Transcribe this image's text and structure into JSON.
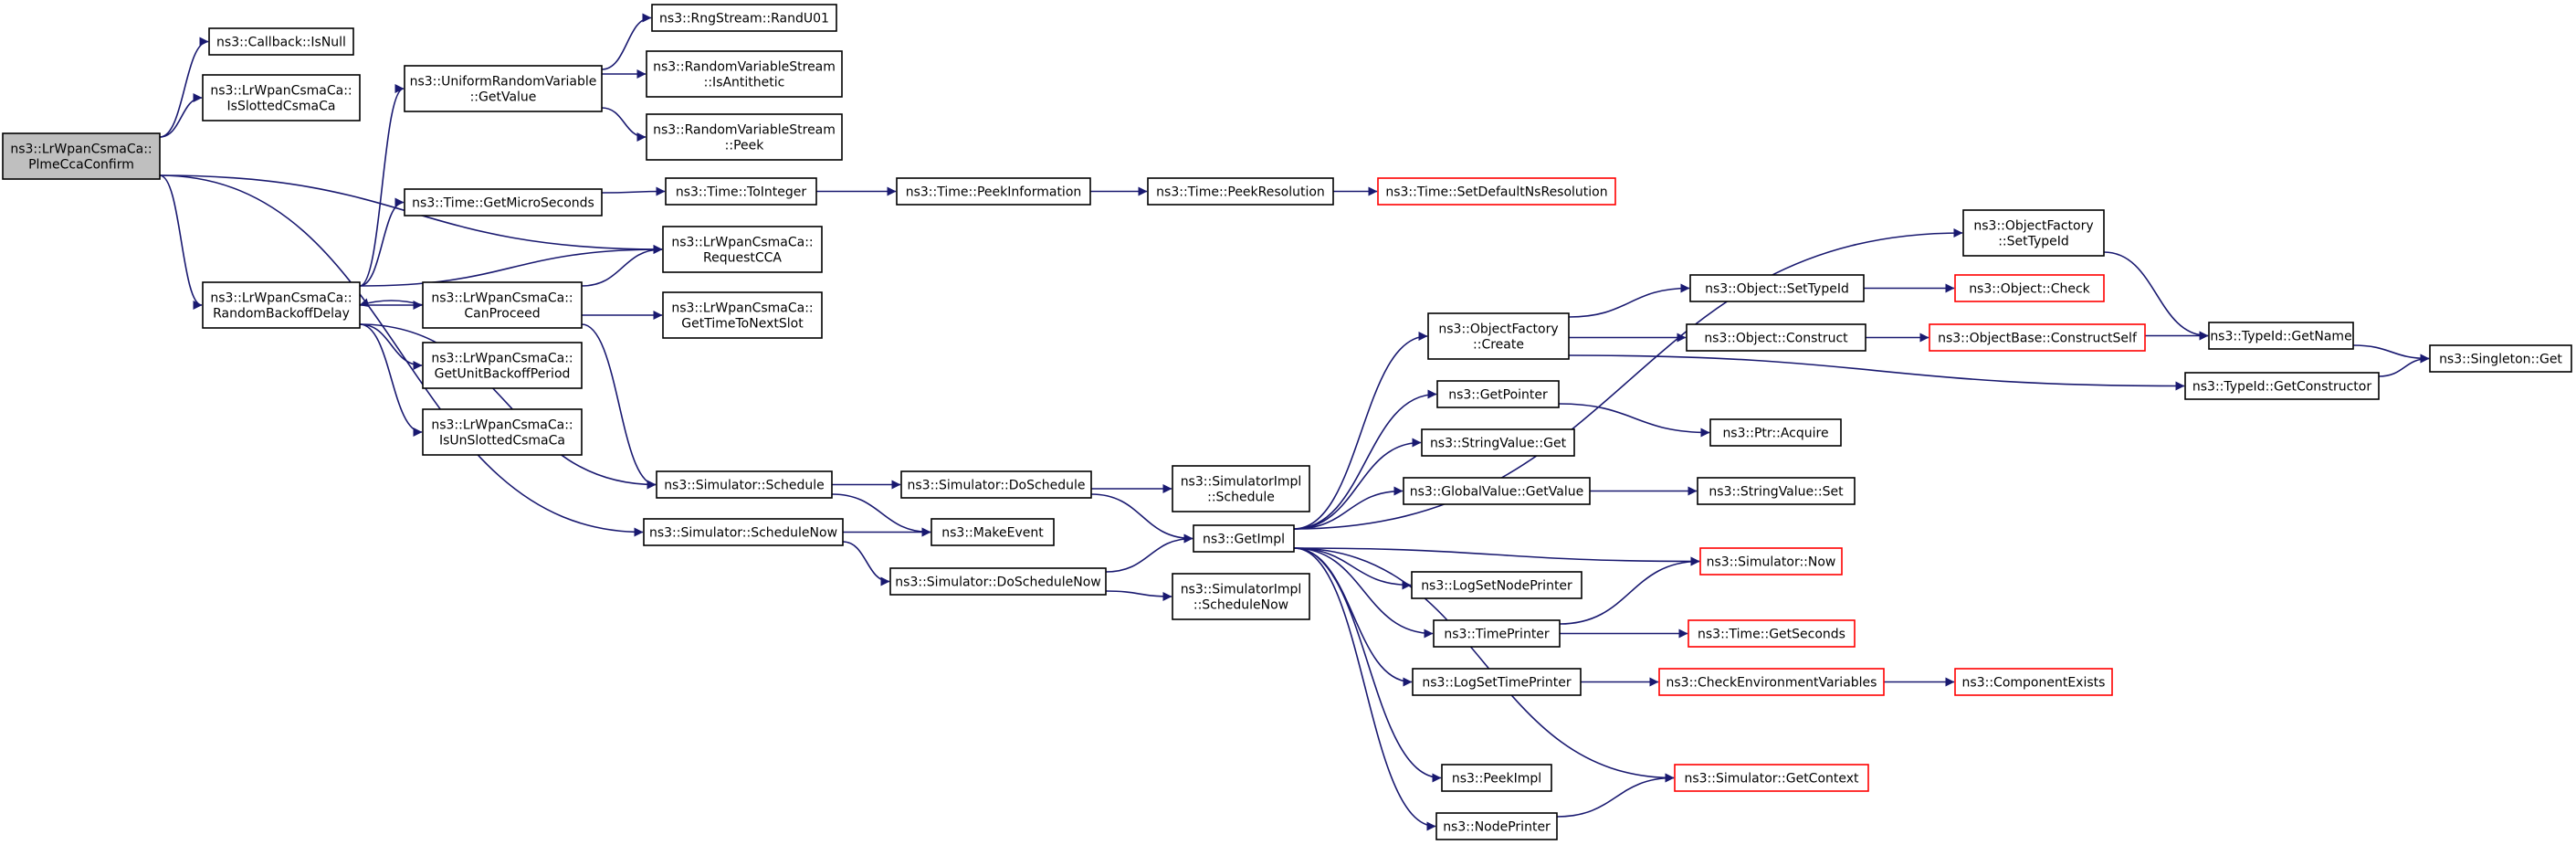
{
  "colors": {
    "edge": "#191970",
    "node_border": "#000000",
    "truncated_border": "#ff0000",
    "root_fill": "#bfbfbf",
    "background": "#ffffff"
  },
  "nodes": {
    "plme_cca_confirm": {
      "lines": [
        "ns3::LrWpanCsmaCa::",
        "PlmeCcaConfirm"
      ],
      "root": true
    },
    "callback_isnull": {
      "lines": [
        "ns3::Callback::IsNull"
      ]
    },
    "is_slotted_csmaca": {
      "lines": [
        "ns3::LrWpanCsmaCa::",
        "IsSlottedCsmaCa"
      ]
    },
    "random_backoff_delay": {
      "lines": [
        "ns3::LrWpanCsmaCa::",
        "RandomBackoffDelay"
      ]
    },
    "uniform_getvalue": {
      "lines": [
        "ns3::UniformRandomVariable",
        "::GetValue"
      ]
    },
    "time_getmicroseconds": {
      "lines": [
        "ns3::Time::GetMicroSeconds"
      ]
    },
    "can_proceed": {
      "lines": [
        "ns3::LrWpanCsmaCa::",
        "CanProceed"
      ]
    },
    "get_unit_backoff_period": {
      "lines": [
        "ns3::LrWpanCsmaCa::",
        "GetUnitBackoffPeriod"
      ]
    },
    "is_unslotted_csmaca": {
      "lines": [
        "ns3::LrWpanCsmaCa::",
        "IsUnSlottedCsmaCa"
      ]
    },
    "rngstream_randu01": {
      "lines": [
        "ns3::RngStream::RandU01"
      ]
    },
    "rvs_isantithetic": {
      "lines": [
        "ns3::RandomVariableStream",
        "::IsAntithetic"
      ]
    },
    "rvs_peek": {
      "lines": [
        "ns3::RandomVariableStream",
        "::Peek"
      ]
    },
    "time_tointeger": {
      "lines": [
        "ns3::Time::ToInteger"
      ]
    },
    "request_cca": {
      "lines": [
        "ns3::LrWpanCsmaCa::",
        "RequestCCA"
      ]
    },
    "get_time_to_next_slot": {
      "lines": [
        "ns3::LrWpanCsmaCa::",
        "GetTimeToNextSlot"
      ]
    },
    "simulator_schedule": {
      "lines": [
        "ns3::Simulator::Schedule"
      ]
    },
    "simulator_schedulenow": {
      "lines": [
        "ns3::Simulator::ScheduleNow"
      ]
    },
    "time_peekinformation": {
      "lines": [
        "ns3::Time::PeekInformation"
      ]
    },
    "simulator_doschedule": {
      "lines": [
        "ns3::Simulator::DoSchedule"
      ]
    },
    "make_event": {
      "lines": [
        "ns3::MakeEvent"
      ]
    },
    "simulator_doschedulenow": {
      "lines": [
        "ns3::Simulator::DoScheduleNow"
      ]
    },
    "time_peekresolution": {
      "lines": [
        "ns3::Time::PeekResolution"
      ]
    },
    "simulatorimpl_schedule": {
      "lines": [
        "ns3::SimulatorImpl",
        "::Schedule"
      ]
    },
    "get_impl": {
      "lines": [
        "ns3::GetImpl"
      ]
    },
    "simulatorimpl_schedulenow": {
      "lines": [
        "ns3::SimulatorImpl",
        "::ScheduleNow"
      ]
    },
    "time_setdefaultnsresolution": {
      "lines": [
        "ns3::Time::SetDefaultNsResolution"
      ],
      "truncated": true
    },
    "objectfactory_create": {
      "lines": [
        "ns3::ObjectFactory",
        "::Create"
      ]
    },
    "get_pointer": {
      "lines": [
        "ns3::GetPointer"
      ]
    },
    "stringvalue_get": {
      "lines": [
        "ns3::StringValue::Get"
      ]
    },
    "globalvalue_getvalue": {
      "lines": [
        "ns3::GlobalValue::GetValue"
      ]
    },
    "log_set_node_printer": {
      "lines": [
        "ns3::LogSetNodePrinter"
      ]
    },
    "time_printer": {
      "lines": [
        "ns3::TimePrinter"
      ]
    },
    "log_set_time_printer": {
      "lines": [
        "ns3::LogSetTimePrinter"
      ]
    },
    "peek_impl": {
      "lines": [
        "ns3::PeekImpl"
      ]
    },
    "node_printer": {
      "lines": [
        "ns3::NodePrinter"
      ]
    },
    "objectfactory_settypeid": {
      "lines": [
        "ns3::ObjectFactory",
        "::SetTypeId"
      ]
    },
    "object_settypeid": {
      "lines": [
        "ns3::Object::SetTypeId"
      ]
    },
    "object_construct": {
      "lines": [
        "ns3::Object::Construct"
      ]
    },
    "ptr_acquire": {
      "lines": [
        "ns3::Ptr::Acquire"
      ]
    },
    "stringvalue_set": {
      "lines": [
        "ns3::StringValue::Set"
      ]
    },
    "simulator_now": {
      "lines": [
        "ns3::Simulator::Now"
      ],
      "truncated": true
    },
    "time_getseconds": {
      "lines": [
        "ns3::Time::GetSeconds"
      ],
      "truncated": true
    },
    "check_environment_variables": {
      "lines": [
        "ns3::CheckEnvironmentVariables"
      ],
      "truncated": true
    },
    "simulator_getcontext": {
      "lines": [
        "ns3::Simulator::GetContext"
      ],
      "truncated": true
    },
    "object_check": {
      "lines": [
        "ns3::Object::Check"
      ],
      "truncated": true
    },
    "objectbase_constructself": {
      "lines": [
        "ns3::ObjectBase::ConstructSelf"
      ],
      "truncated": true
    },
    "typeid_getname": {
      "lines": [
        "ns3::TypeId::GetName"
      ]
    },
    "typeid_getconstructor": {
      "lines": [
        "ns3::TypeId::GetConstructor"
      ]
    },
    "component_exists": {
      "lines": [
        "ns3::ComponentExists"
      ],
      "truncated": true
    },
    "singleton_get": {
      "lines": [
        "ns3::Singleton::Get"
      ]
    }
  },
  "edges": [
    [
      "plme_cca_confirm",
      "callback_isnull"
    ],
    [
      "plme_cca_confirm",
      "is_slotted_csmaca"
    ],
    [
      "plme_cca_confirm",
      "request_cca"
    ],
    [
      "plme_cca_confirm",
      "random_backoff_delay"
    ],
    [
      "plme_cca_confirm",
      "simulator_schedulenow"
    ],
    [
      "random_backoff_delay",
      "uniform_getvalue"
    ],
    [
      "random_backoff_delay",
      "time_getmicroseconds"
    ],
    [
      "random_backoff_delay",
      "request_cca"
    ],
    [
      "random_backoff_delay",
      "can_proceed"
    ],
    [
      "random_backoff_delay",
      "get_unit_backoff_period"
    ],
    [
      "random_backoff_delay",
      "is_unslotted_csmaca"
    ],
    [
      "random_backoff_delay",
      "simulator_schedule"
    ],
    [
      "can_proceed",
      "random_backoff_delay"
    ],
    [
      "can_proceed",
      "request_cca"
    ],
    [
      "can_proceed",
      "get_time_to_next_slot"
    ],
    [
      "can_proceed",
      "simulator_schedule"
    ],
    [
      "uniform_getvalue",
      "rngstream_randu01"
    ],
    [
      "uniform_getvalue",
      "rvs_isantithetic"
    ],
    [
      "uniform_getvalue",
      "rvs_peek"
    ],
    [
      "time_getmicroseconds",
      "time_tointeger"
    ],
    [
      "time_tointeger",
      "time_peekinformation"
    ],
    [
      "time_peekinformation",
      "time_peekresolution"
    ],
    [
      "time_peekresolution",
      "time_setdefaultnsresolution"
    ],
    [
      "simulator_schedule",
      "simulator_doschedule"
    ],
    [
      "simulator_schedule",
      "make_event"
    ],
    [
      "simulator_schedulenow",
      "make_event"
    ],
    [
      "simulator_schedulenow",
      "simulator_doschedulenow"
    ],
    [
      "simulator_doschedule",
      "simulatorimpl_schedule"
    ],
    [
      "simulator_doschedule",
      "get_impl"
    ],
    [
      "simulator_doschedulenow",
      "get_impl"
    ],
    [
      "simulator_doschedulenow",
      "simulatorimpl_schedulenow"
    ],
    [
      "get_impl",
      "objectfactory_settypeid"
    ],
    [
      "get_impl",
      "objectfactory_create"
    ],
    [
      "get_impl",
      "get_pointer"
    ],
    [
      "get_impl",
      "stringvalue_get"
    ],
    [
      "get_impl",
      "globalvalue_getvalue"
    ],
    [
      "get_impl",
      "simulator_now"
    ],
    [
      "get_impl",
      "log_set_node_printer"
    ],
    [
      "get_impl",
      "time_printer"
    ],
    [
      "get_impl",
      "log_set_time_printer"
    ],
    [
      "get_impl",
      "simulator_getcontext"
    ],
    [
      "get_impl",
      "peek_impl"
    ],
    [
      "get_impl",
      "node_printer"
    ],
    [
      "objectfactory_create",
      "object_settypeid"
    ],
    [
      "objectfactory_create",
      "object_construct"
    ],
    [
      "objectfactory_create",
      "typeid_getconstructor"
    ],
    [
      "objectfactory_settypeid",
      "typeid_getname"
    ],
    [
      "object_settypeid",
      "object_check"
    ],
    [
      "object_construct",
      "objectbase_constructself"
    ],
    [
      "objectbase_constructself",
      "typeid_getname"
    ],
    [
      "typeid_getname",
      "singleton_get"
    ],
    [
      "typeid_getconstructor",
      "singleton_get"
    ],
    [
      "get_pointer",
      "ptr_acquire"
    ],
    [
      "globalvalue_getvalue",
      "stringvalue_set"
    ],
    [
      "time_printer",
      "simulator_now"
    ],
    [
      "time_printer",
      "time_getseconds"
    ],
    [
      "log_set_time_printer",
      "check_environment_variables"
    ],
    [
      "check_environment_variables",
      "component_exists"
    ],
    [
      "node_printer",
      "simulator_getcontext"
    ]
  ]
}
